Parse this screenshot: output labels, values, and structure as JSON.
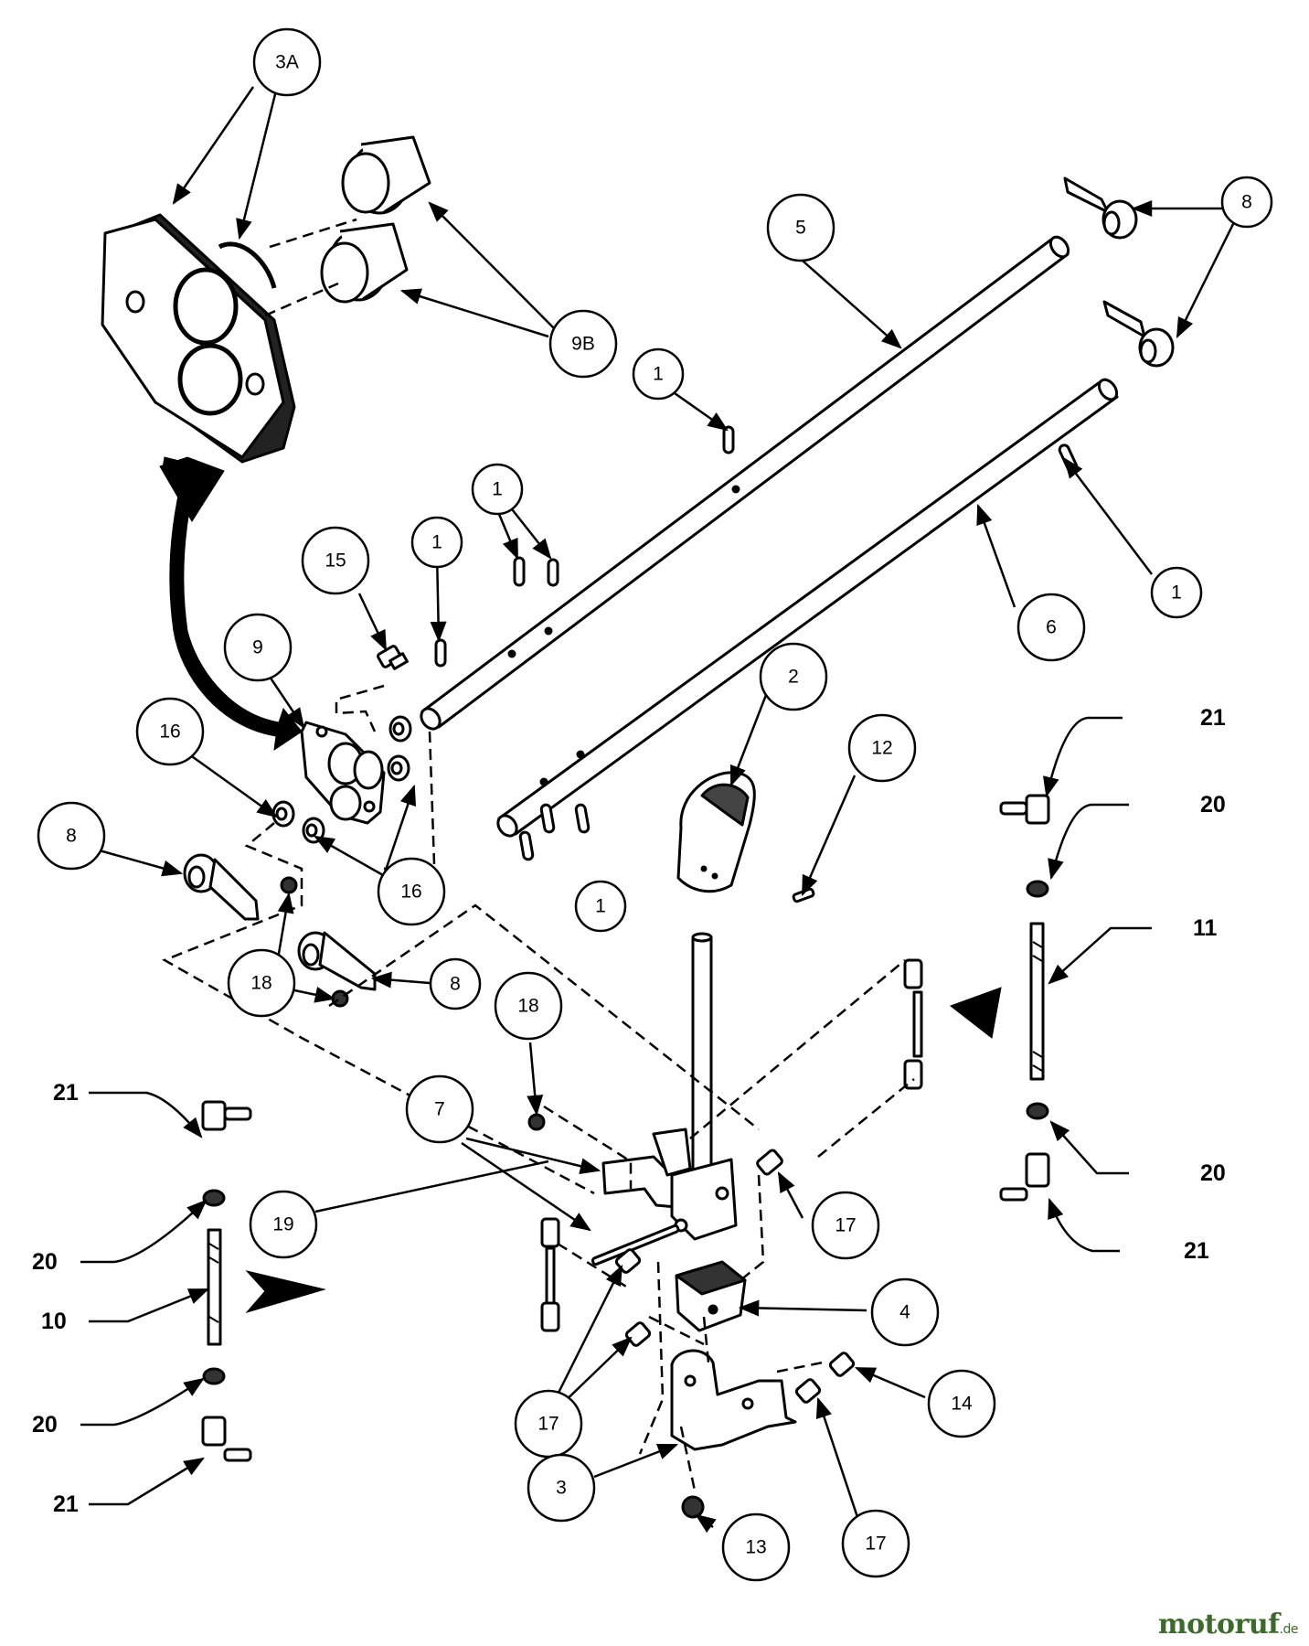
{
  "diagram": {
    "callouts": {
      "c_3a": "3A",
      "c_9b": "9B",
      "c_5": "5",
      "c_8_top": "8",
      "c_1_a": "1",
      "c_1_b": "1",
      "c_1_c": "1",
      "c_1_d": "1",
      "c_1_e": "1",
      "c_15": "15",
      "c_9": "9",
      "c_6": "6",
      "c_2": "2",
      "c_12": "12",
      "c_16_a": "16",
      "c_16_b": "16",
      "c_8_left": "8",
      "c_18_a": "18",
      "c_8_mid": "8",
      "c_18_b": "18",
      "c_7": "7",
      "c_19": "19",
      "c_17_a": "17",
      "c_17_b": "17",
      "c_17_c": "17",
      "c_4": "4",
      "c_14": "14",
      "c_3": "3",
      "c_13": "13"
    },
    "labels": {
      "l_21_tr": "21",
      "l_20_tr": "20",
      "l_11": "11",
      "l_20_br": "20",
      "l_21_br": "21",
      "l_21_tl": "21",
      "l_20_tl": "20",
      "l_10": "10",
      "l_20_bl": "20",
      "l_21_bl": "21"
    }
  },
  "watermark": {
    "text": "motoruf",
    "tld": ".de"
  }
}
